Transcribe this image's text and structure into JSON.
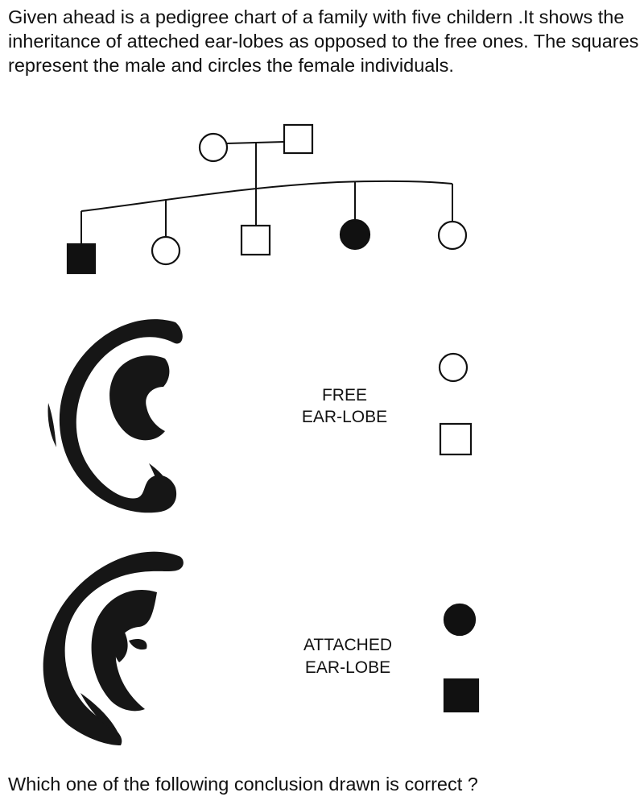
{
  "question": {
    "text": "Given ahead is a pedigree chart of a family with five childern .It shows the inheritance of atteched ear-lobes as opposed to the free ones. The squares represent the male and circles the female individuals."
  },
  "pedigree": {
    "parents": [
      {
        "sex": "female",
        "phenotype": "free"
      },
      {
        "sex": "male",
        "phenotype": "free"
      }
    ],
    "children": [
      {
        "sex": "male",
        "phenotype": "attached"
      },
      {
        "sex": "female",
        "phenotype": "free"
      },
      {
        "sex": "male",
        "phenotype": "free"
      },
      {
        "sex": "female",
        "phenotype": "attached"
      },
      {
        "sex": "female",
        "phenotype": "free"
      }
    ]
  },
  "legend": {
    "free_line1": "FREE",
    "free_line2": "EAR-LOBE",
    "attached_line1": "ATTACHED",
    "attached_line2": "EAR-LOBE"
  },
  "footer": {
    "text": "Which one of the following conclusion drawn is correct ?"
  }
}
